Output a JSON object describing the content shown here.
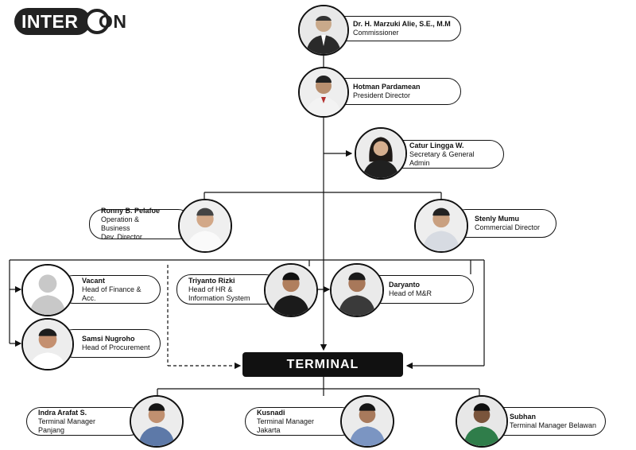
{
  "logo": {
    "part1": "INTER",
    "part2": "ON"
  },
  "terminal": "TERMINAL",
  "people": {
    "commissioner": {
      "name": "Dr. H. Marzuki Alie, S.E., M.M",
      "title": "Commissioner"
    },
    "president": {
      "name": "Hotman Pardamean",
      "title": "President Director"
    },
    "secretary": {
      "name": "Catur Lingga W.",
      "title": "Secretary & General Admin"
    },
    "operation": {
      "name": "Ronny B. Pelafoe",
      "title1": "Operation & Business",
      "title2": "Dev. Director"
    },
    "commercial": {
      "name": "Stenly Mumu",
      "title": "Commercial Director"
    },
    "finance": {
      "name": "Vacant",
      "title": "Head of Finance & Acc."
    },
    "hr": {
      "name": "Triyanto Rizki",
      "title1": "Head of HR &",
      "title2": "Information System"
    },
    "mr": {
      "name": "Daryanto",
      "title": "Head of M&R"
    },
    "procurement": {
      "name": "Samsi Nugroho",
      "title": "Head of Procurement"
    },
    "panjang": {
      "name": "Indra Arafat S.",
      "title": "Terminal Manager Panjang"
    },
    "jakarta": {
      "name": "Kusnadi",
      "title": "Terminal Manager Jakarta"
    },
    "belawan": {
      "name": "Subhan",
      "title": "Terminal Manager Belawan"
    }
  },
  "colors": {
    "line": "#111111",
    "terminal_bg": "#111111",
    "vacant": "#c8c8c8"
  }
}
